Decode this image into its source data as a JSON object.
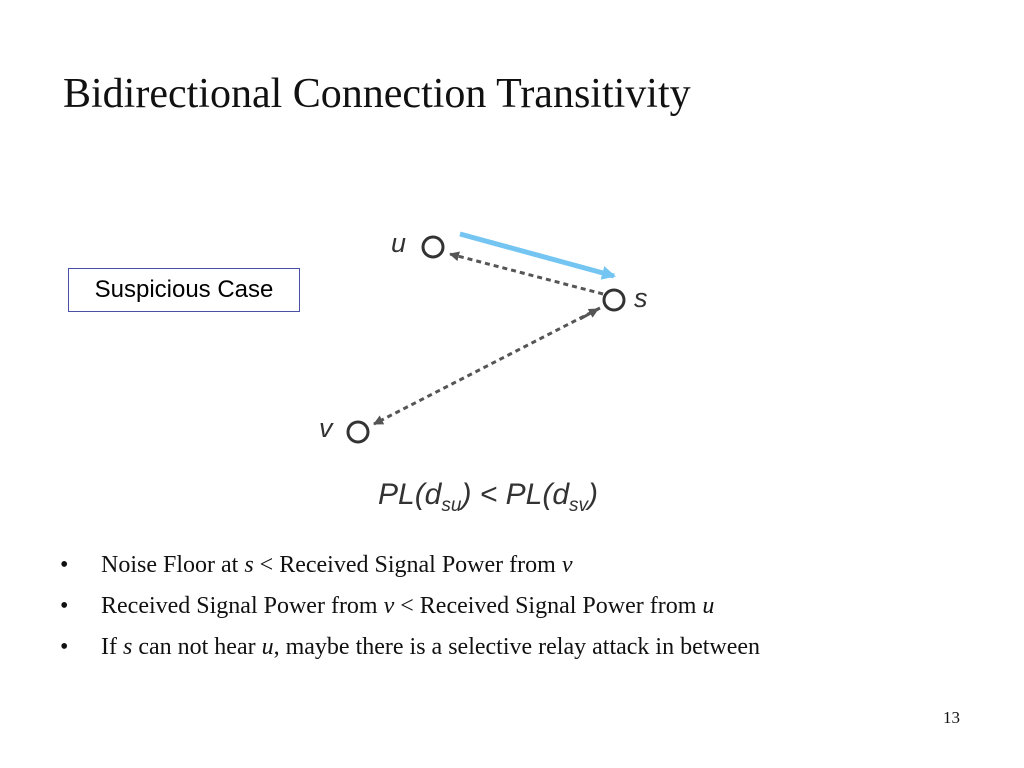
{
  "title": "Bidirectional Connection Transitivity",
  "case_label": "Suspicious Case",
  "diagram": {
    "nodes": {
      "u": "u",
      "s": "s",
      "v": "v"
    },
    "formula": {
      "part1": "PL(d",
      "sub1": "su",
      "part2": ") < PL(d",
      "sub2": "sv",
      "part3": ")"
    },
    "colors": {
      "highlight_arrow": "#74c5f2",
      "dashed_arrow": "#555555",
      "node": "#333333"
    }
  },
  "bullets": [
    {
      "bullet": "•",
      "t1": "Noise Floor at ",
      "v1": "s",
      "t2": " < Received Signal Power from ",
      "v2": "v",
      "t3": ""
    },
    {
      "bullet": "•",
      "t1": "Received Signal Power from ",
      "v1": "v",
      "t2": " < Received Signal Power from ",
      "v2": "u",
      "t3": ""
    },
    {
      "bullet": "•",
      "t1": "If ",
      "v1": "s",
      "t2": " can not hear ",
      "v2": "u",
      "t3": ", maybe there is a selective relay attack in between"
    }
  ],
  "page_number": "13"
}
